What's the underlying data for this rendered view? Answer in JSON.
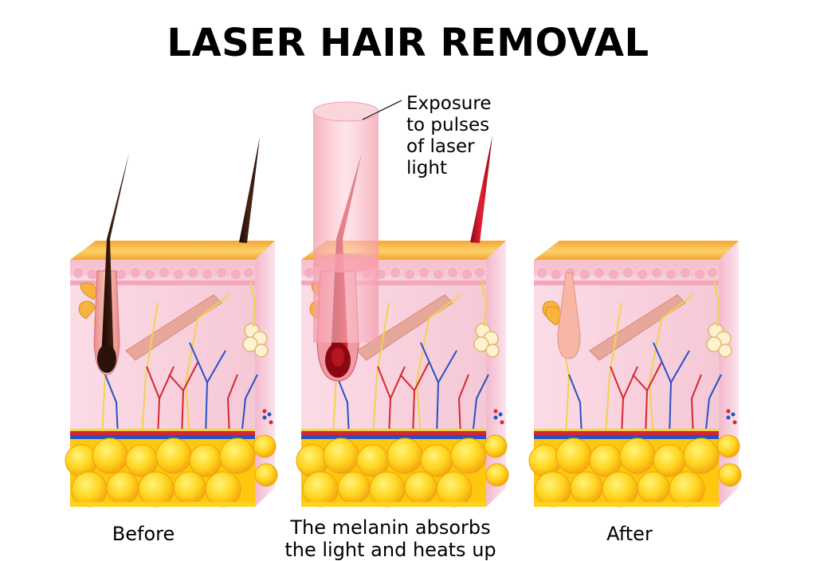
{
  "title": "LASER HAIR REMOVAL",
  "callout": [
    "Exposure",
    "to pulses",
    "of laser",
    "light"
  ],
  "captions": {
    "before": "Before",
    "during_1": "The melanin absorbs",
    "during_2": "the light and heats up",
    "after": "After"
  },
  "colors": {
    "surface": "#F8B640",
    "dermis": "#F9D5E0",
    "fat": "#FFD21F",
    "hair_dark": "#2A1208",
    "hair_heated": "#C0101E",
    "laser_beam": "#F7A7B3",
    "artery": "#D3282E",
    "vein": "#2552C6",
    "nerve": "#F2D24C"
  }
}
